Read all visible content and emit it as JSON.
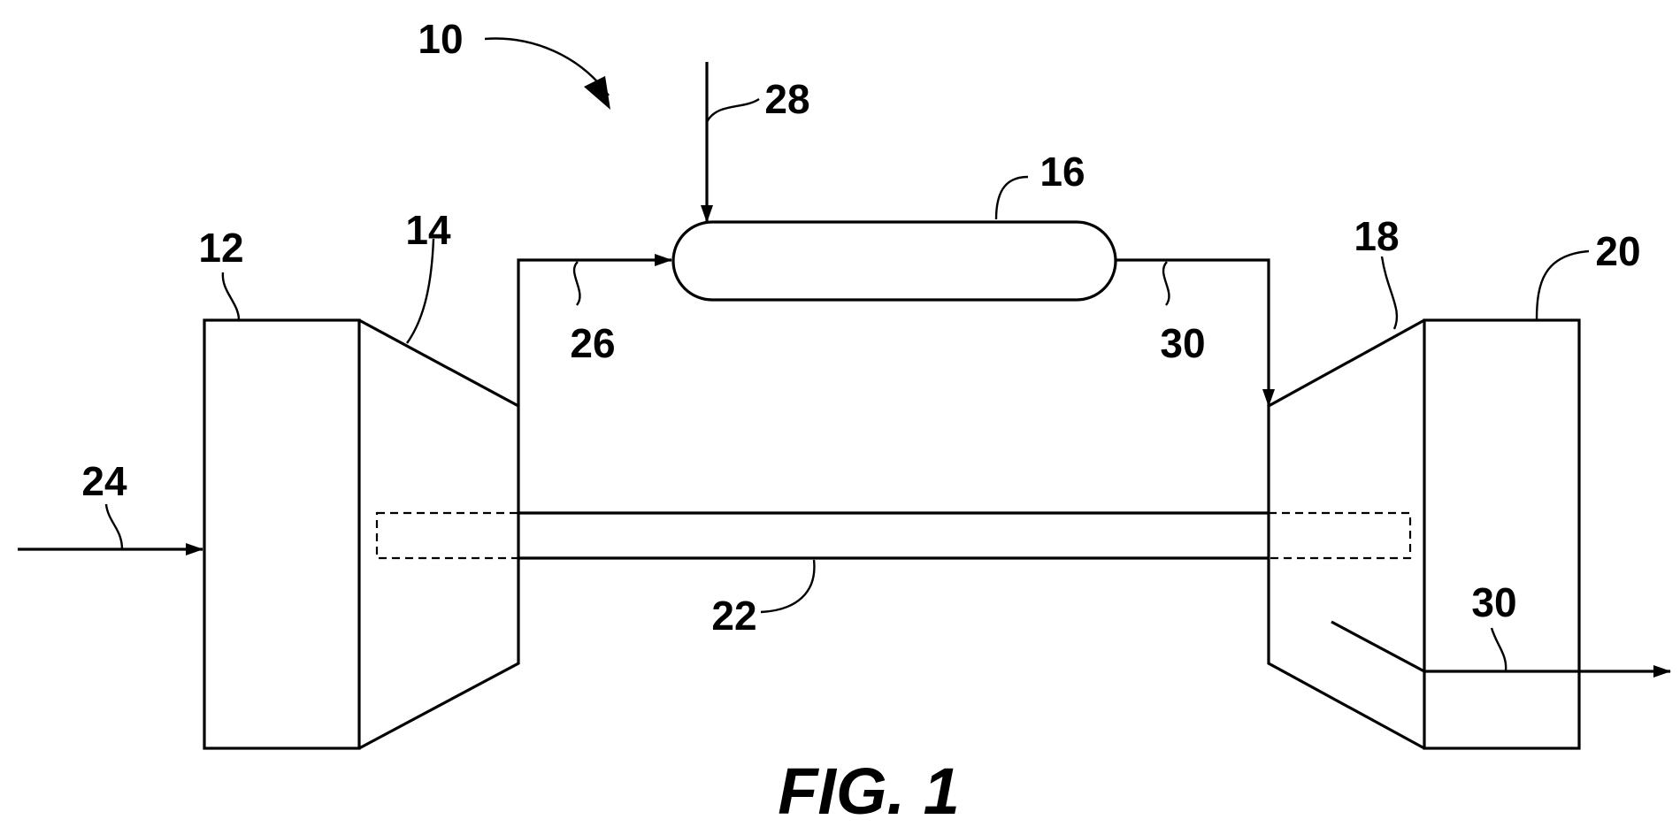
{
  "figure": {
    "caption": "FIG. 1",
    "refs": {
      "r10": "10",
      "r12": "12",
      "r14": "14",
      "r16": "16",
      "r18": "18",
      "r20": "20",
      "r22": "22",
      "r24": "24",
      "r26": "26",
      "r28": "28",
      "r30a": "30",
      "r30b": "30"
    }
  }
}
